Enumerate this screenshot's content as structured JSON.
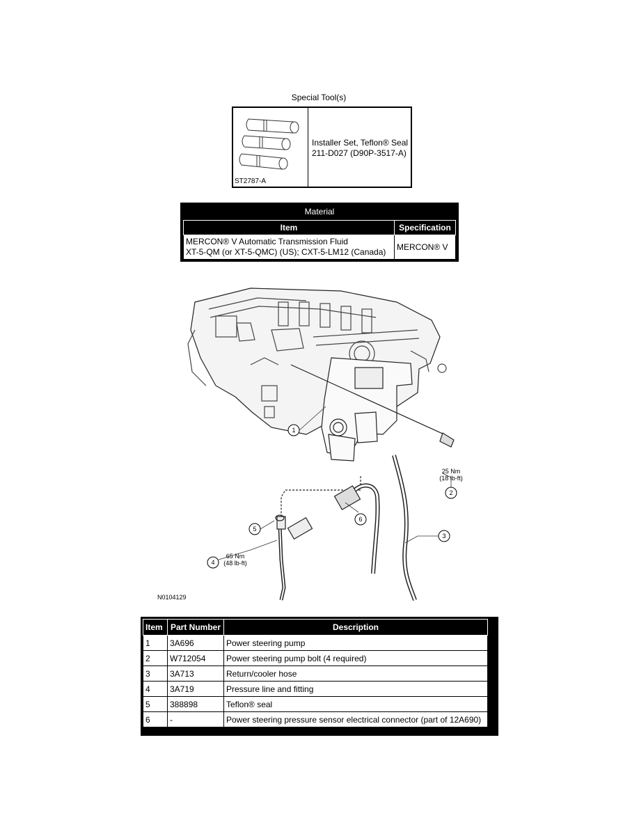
{
  "special_tools": {
    "title": "Special Tool(s)",
    "tool_code": "ST2787-A",
    "description_line1": "Installer Set, Teflon® Seal",
    "description_line2": "211-D027 (D90P-3517-A)"
  },
  "material": {
    "title": "Material",
    "headers": {
      "item": "Item",
      "specification": "Specification"
    },
    "row": {
      "item_line1": "MERCON® V Automatic Transmission Fluid",
      "item_line2": "XT-5-QM (or XT-5-QMC) (US); CXT-5-LM12 (Canada)",
      "specification": "MERCON® V"
    }
  },
  "diagram": {
    "figure_id": "N0104129",
    "callouts": {
      "c1": "1",
      "c2": "2",
      "c3": "3",
      "c4": "4",
      "c5": "5",
      "c6": "6"
    },
    "torque_bolt_nm": "25 Nm",
    "torque_bolt_lbft": "(18 lb-ft)",
    "torque_fitting_nm": "65 Nm",
    "torque_fitting_lbft": "(48 lb-ft)"
  },
  "parts_table": {
    "headers": {
      "item": "Item",
      "part_number": "Part Number",
      "description": "Description"
    },
    "rows": [
      {
        "item": "1",
        "part_number": "3A696",
        "description": "Power steering pump"
      },
      {
        "item": "2",
        "part_number": "W712054",
        "description": "Power steering pump bolt (4 required)"
      },
      {
        "item": "3",
        "part_number": "3A713",
        "description": "Return/cooler hose"
      },
      {
        "item": "4",
        "part_number": "3A719",
        "description": "Pressure line and fitting"
      },
      {
        "item": "5",
        "part_number": "388898",
        "description": "Teflon® seal"
      },
      {
        "item": "6",
        "part_number": "-",
        "description": "Power steering pressure sensor electrical connector (part of 12A690)"
      }
    ]
  }
}
